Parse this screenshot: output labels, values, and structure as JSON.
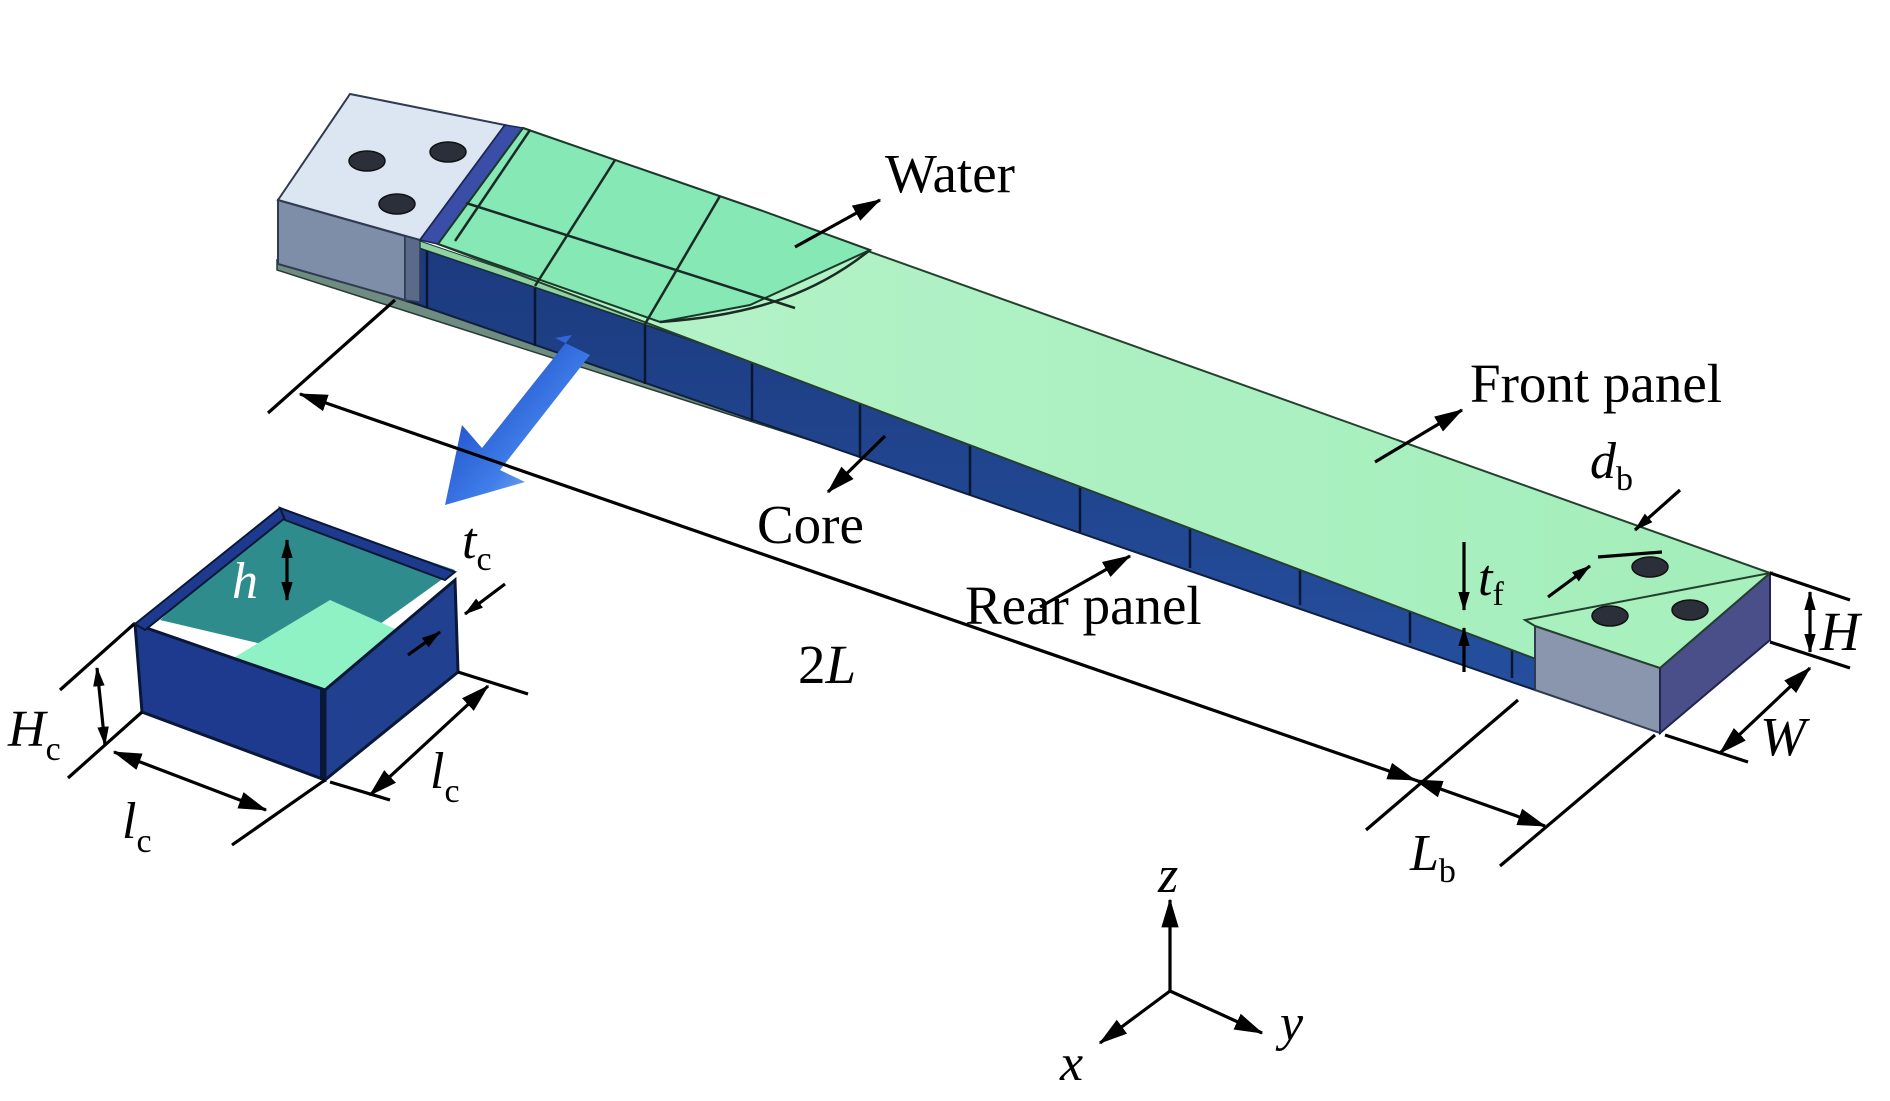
{
  "labels": {
    "water": "Water",
    "front_panel": "Front panel",
    "core": "Core",
    "rear_panel": "Rear panel",
    "length_main": "L",
    "length_coef": "2",
    "d_main": "d",
    "d_sub": "b",
    "t_main": "t",
    "tf_sub": "f",
    "tc_sub": "c",
    "H": "H",
    "W": "W",
    "L_main": "L",
    "Lb_sub": "b",
    "h": "h",
    "Hc_main": "H",
    "c_sub": "c",
    "l_main": "l",
    "axis_z": "z",
    "axis_x": "x",
    "axis_y": "y"
  },
  "colors": {
    "face_sheet": "#a9f0bf",
    "water": "#86e8b5",
    "core_cell": "#1e3f8a",
    "tab_top": "#dce6f2",
    "tab_side": "#7e8da8",
    "cell_inner": "#2f8c8c",
    "cell_floor": "#8ef2c5",
    "arrow_blue": "#2d6bdc"
  },
  "icons": {
    "bolt_holes": "bolt-hole-icon",
    "axes": "axis-triad-icon",
    "detail_arrow": "detail-arrow-icon"
  }
}
